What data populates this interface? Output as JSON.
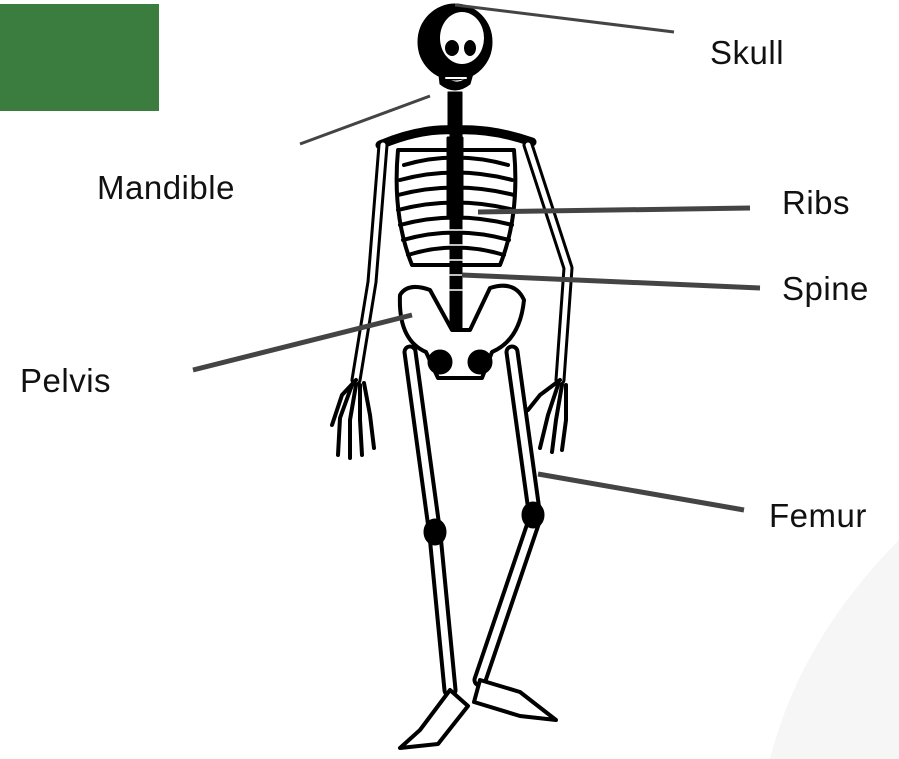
{
  "labels": {
    "skull": "Skull",
    "mandible": "Mandible",
    "ribs": "Ribs",
    "spine": "Spine",
    "pelvis": "Pelvis",
    "femur": "Femur"
  },
  "colors": {
    "accent_block": "#3a7d3e",
    "leader_line": "#444444",
    "bone_fill": "#ffffff",
    "bone_outline": "#000000"
  },
  "icons": {
    "figure": "human-skeleton-icon"
  }
}
